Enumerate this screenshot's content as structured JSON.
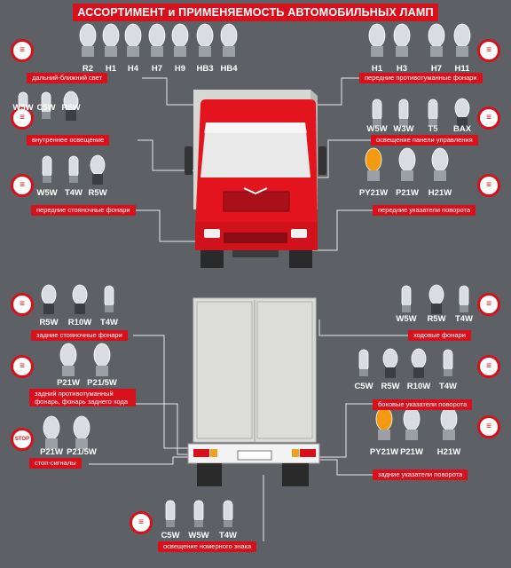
{
  "title": "АССОРТИМЕНТ и ПРИМЕНЯЕМОСТЬ АВТОМОБИЛЬНЫХ ЛАМП",
  "groups": [
    {
      "label": "дальний-ближний свет",
      "codes": [
        "R2",
        "H1",
        "H4",
        "H7",
        "H9",
        "HB3",
        "HB4"
      ],
      "icon": "headlight-icon"
    },
    {
      "label": "передние противотуманные фонари",
      "codes": [
        "H1",
        "H3",
        "H7",
        "H11"
      ],
      "icon": "front-fog-icon"
    },
    {
      "label": "внутреннее освещение",
      "codes": [
        "W5W",
        "C5W",
        "R5W"
      ],
      "icon": "interior-light-icon"
    },
    {
      "label": "освещение панели управления",
      "codes": [
        "W5W",
        "W3W",
        "T5",
        "BAX"
      ],
      "icon": "dashboard-light-icon"
    },
    {
      "label": "передние стояночные фонари",
      "codes": [
        "W5W",
        "T4W",
        "R5W"
      ],
      "icon": "parking-light-icon"
    },
    {
      "label": "передние указатели поворота",
      "codes": [
        "PY21W",
        "P21W",
        "H21W"
      ],
      "icon": "front-turn-icon"
    },
    {
      "label": "задние стояночные фонари",
      "codes": [
        "R5W",
        "R10W",
        "T4W"
      ],
      "icon": "rear-parking-icon"
    },
    {
      "label": "ходовые фонари",
      "codes": [
        "W5W",
        "R5W",
        "T4W"
      ],
      "icon": "running-light-icon"
    },
    {
      "label": "задний противотуманный фонарь, фонарь заднего хода",
      "codes": [
        "P21W",
        "P21/5W"
      ],
      "icon": "rear-fog-icon"
    },
    {
      "label": "боковые указатели поворота",
      "codes": [
        "C5W",
        "R5W",
        "R10W",
        "T4W"
      ],
      "icon": "side-turn-icon"
    },
    {
      "label": "стоп-сигналы",
      "codes": [
        "P21W",
        "P21/5W"
      ],
      "icon": "stop-icon",
      "icon_text": "STOP"
    },
    {
      "label": "задние указатели поворота",
      "codes": [
        "PY21W",
        "P21W",
        "H21W"
      ],
      "icon": "rear-turn-icon"
    },
    {
      "label": "освещение номерного знака",
      "codes": [
        "C5W",
        "W5W",
        "T4W"
      ],
      "icon": "plate-light-icon"
    }
  ],
  "colors": {
    "background": "#5d6166",
    "accent": "#d8101c",
    "truck": "#e3141d",
    "body": "#dcdcd8"
  }
}
